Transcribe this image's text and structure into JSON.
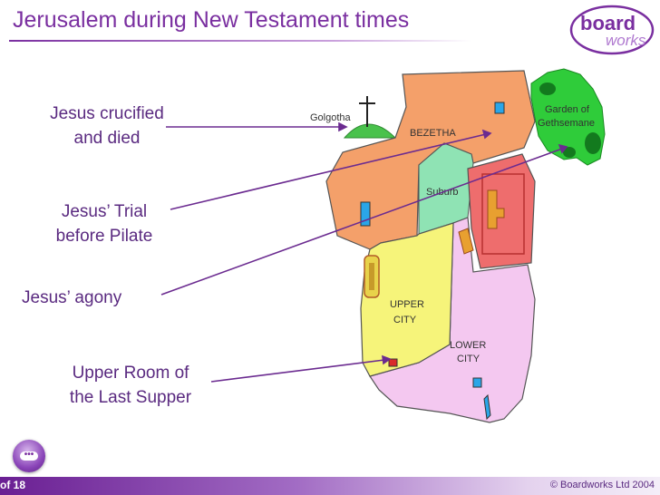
{
  "title": "Jerusalem during New Testament times",
  "logo": {
    "line1": "board",
    "line2": "works"
  },
  "labels": {
    "crucified_l1": "Jesus crucified",
    "crucified_l2": "and died",
    "trial_l1": "Jesus’ Trial",
    "trial_l2": "before Pilate",
    "agony": "Jesus’ agony",
    "upper_room_l1": "Upper Room of",
    "upper_room_l2": "the Last Supper"
  },
  "map": {
    "golgotha": "Golgotha",
    "bezetha": "BEZETHA",
    "suburb": "Suburb",
    "upper_l1": "UPPER",
    "upper_l2": "CITY",
    "lower_l1": "LOWER",
    "lower_l2": "CITY",
    "garden_l1": "Garden of",
    "garden_l2": "Gethsemane"
  },
  "colors": {
    "accent": "#7a2fa0",
    "bezetha": "#f4a06a",
    "suburb": "#8fe3b4",
    "upper_city": "#f6f47a",
    "lower_city": "#f4c8f0",
    "temple": "#ee6d6d",
    "garden": "#2fcc3a",
    "pointer_line": "#6b2b90"
  },
  "footer": {
    "page": "of 18",
    "copyright": "© Boardworks Ltd 2004"
  },
  "nav": {
    "symbol": "•••"
  }
}
